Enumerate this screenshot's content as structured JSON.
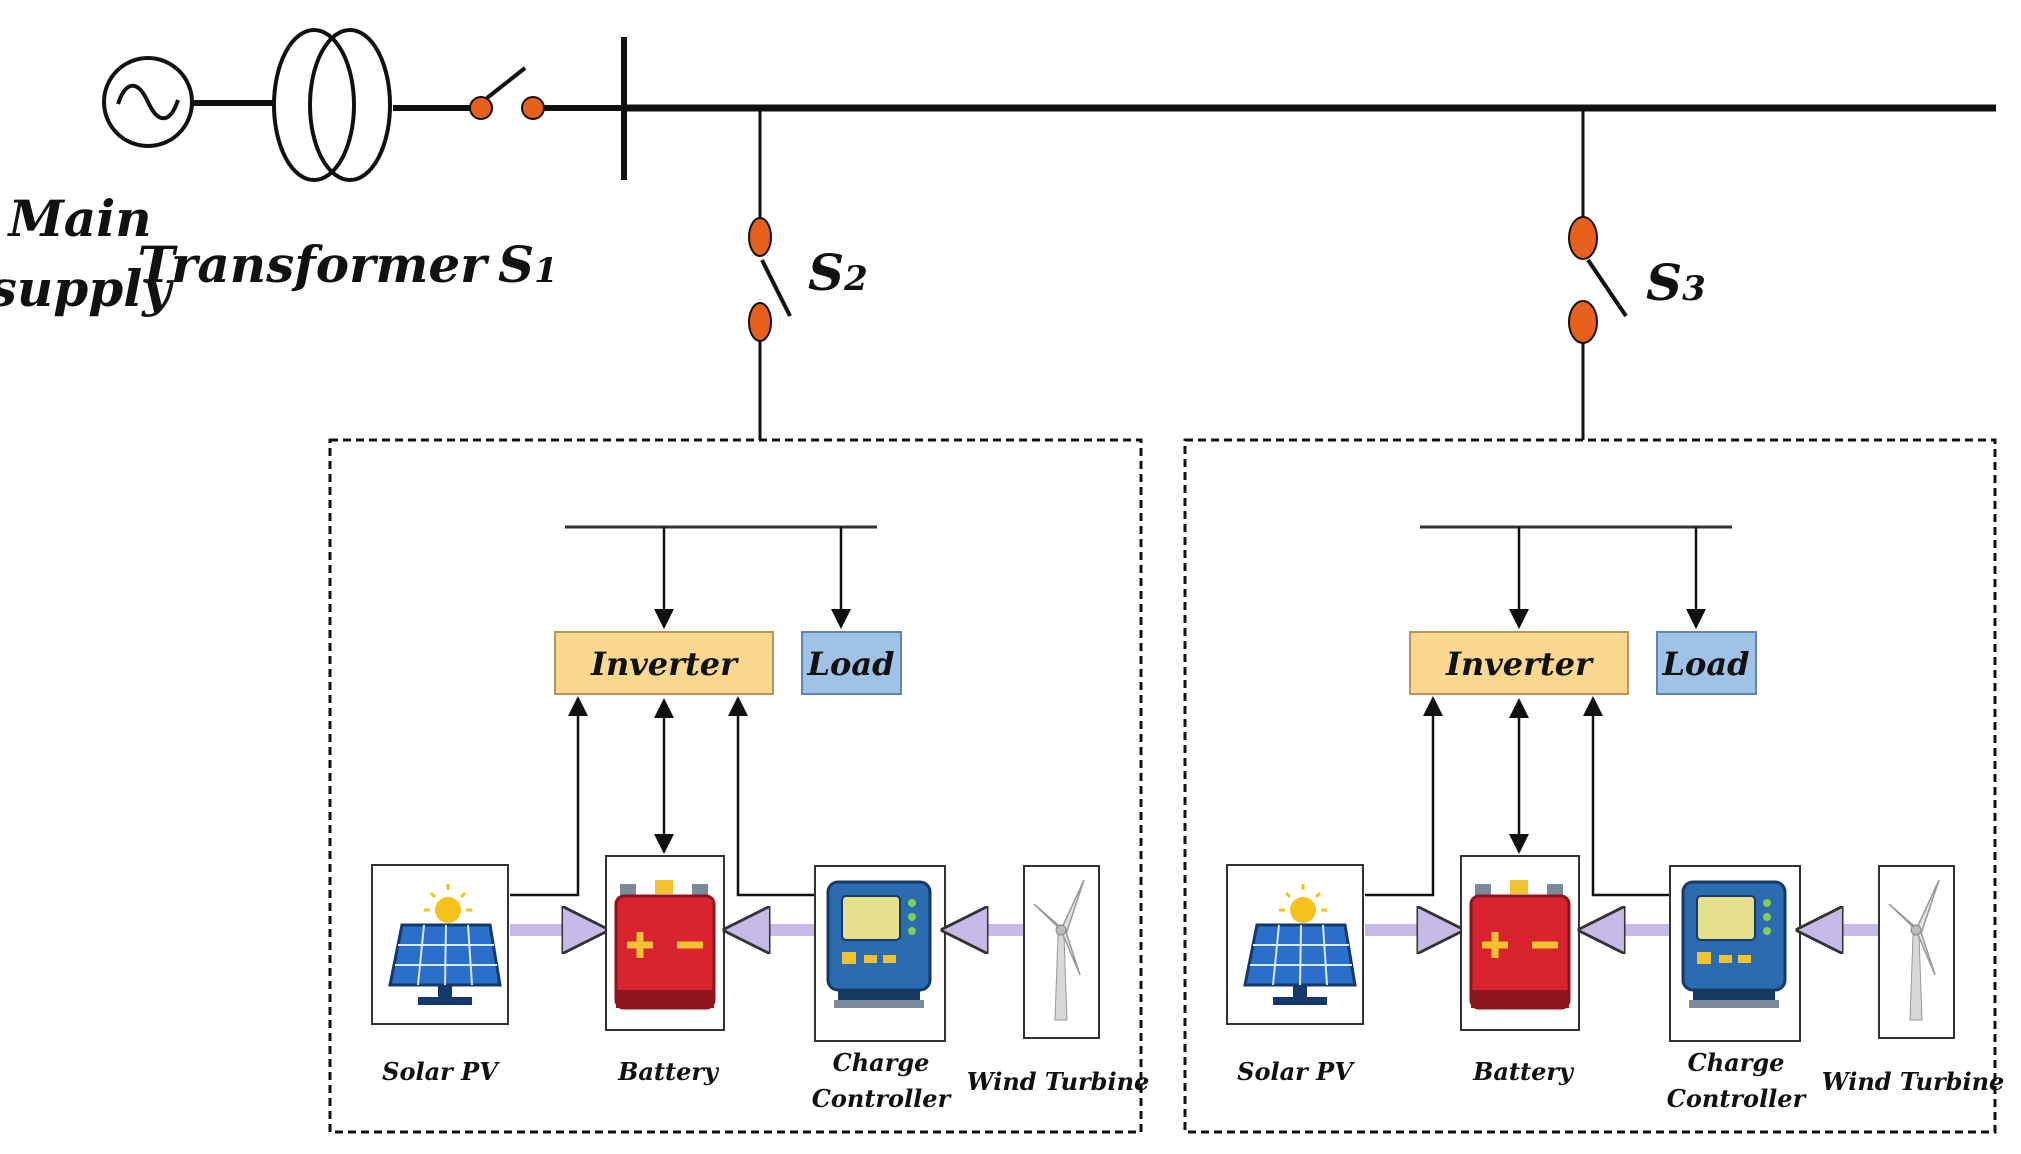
{
  "main_supply": {
    "line1": "Main",
    "line2": "supply"
  },
  "transformer": {
    "label": "Transformer"
  },
  "switches": [
    {
      "letter": "S",
      "sub": "1"
    },
    {
      "letter": "S",
      "sub": "2"
    },
    {
      "letter": "S",
      "sub": "3"
    }
  ],
  "microgrids": [
    {
      "inverter": "Inverter",
      "load": "Load",
      "devices": {
        "solar": "Solar PV",
        "battery": "Battery",
        "charge_line1": "Charge",
        "charge_line2": "Controller",
        "wind": "Wind Turbine"
      }
    },
    {
      "inverter": "Inverter",
      "load": "Load",
      "devices": {
        "solar": "Solar PV",
        "battery": "Battery",
        "charge_line1": "Charge",
        "charge_line2": "Controller",
        "wind": "Wind Turbine"
      }
    }
  ],
  "colors": {
    "switch_orange": "#e8611c",
    "inverter_fill": "#fbd88f",
    "load_fill": "#9fc2e6",
    "flow_arrow": "#c7b9e8",
    "battery_red": "#d9232f",
    "controller_blue": "#2b6cb0",
    "solar_blue": "#2a6fc9"
  }
}
